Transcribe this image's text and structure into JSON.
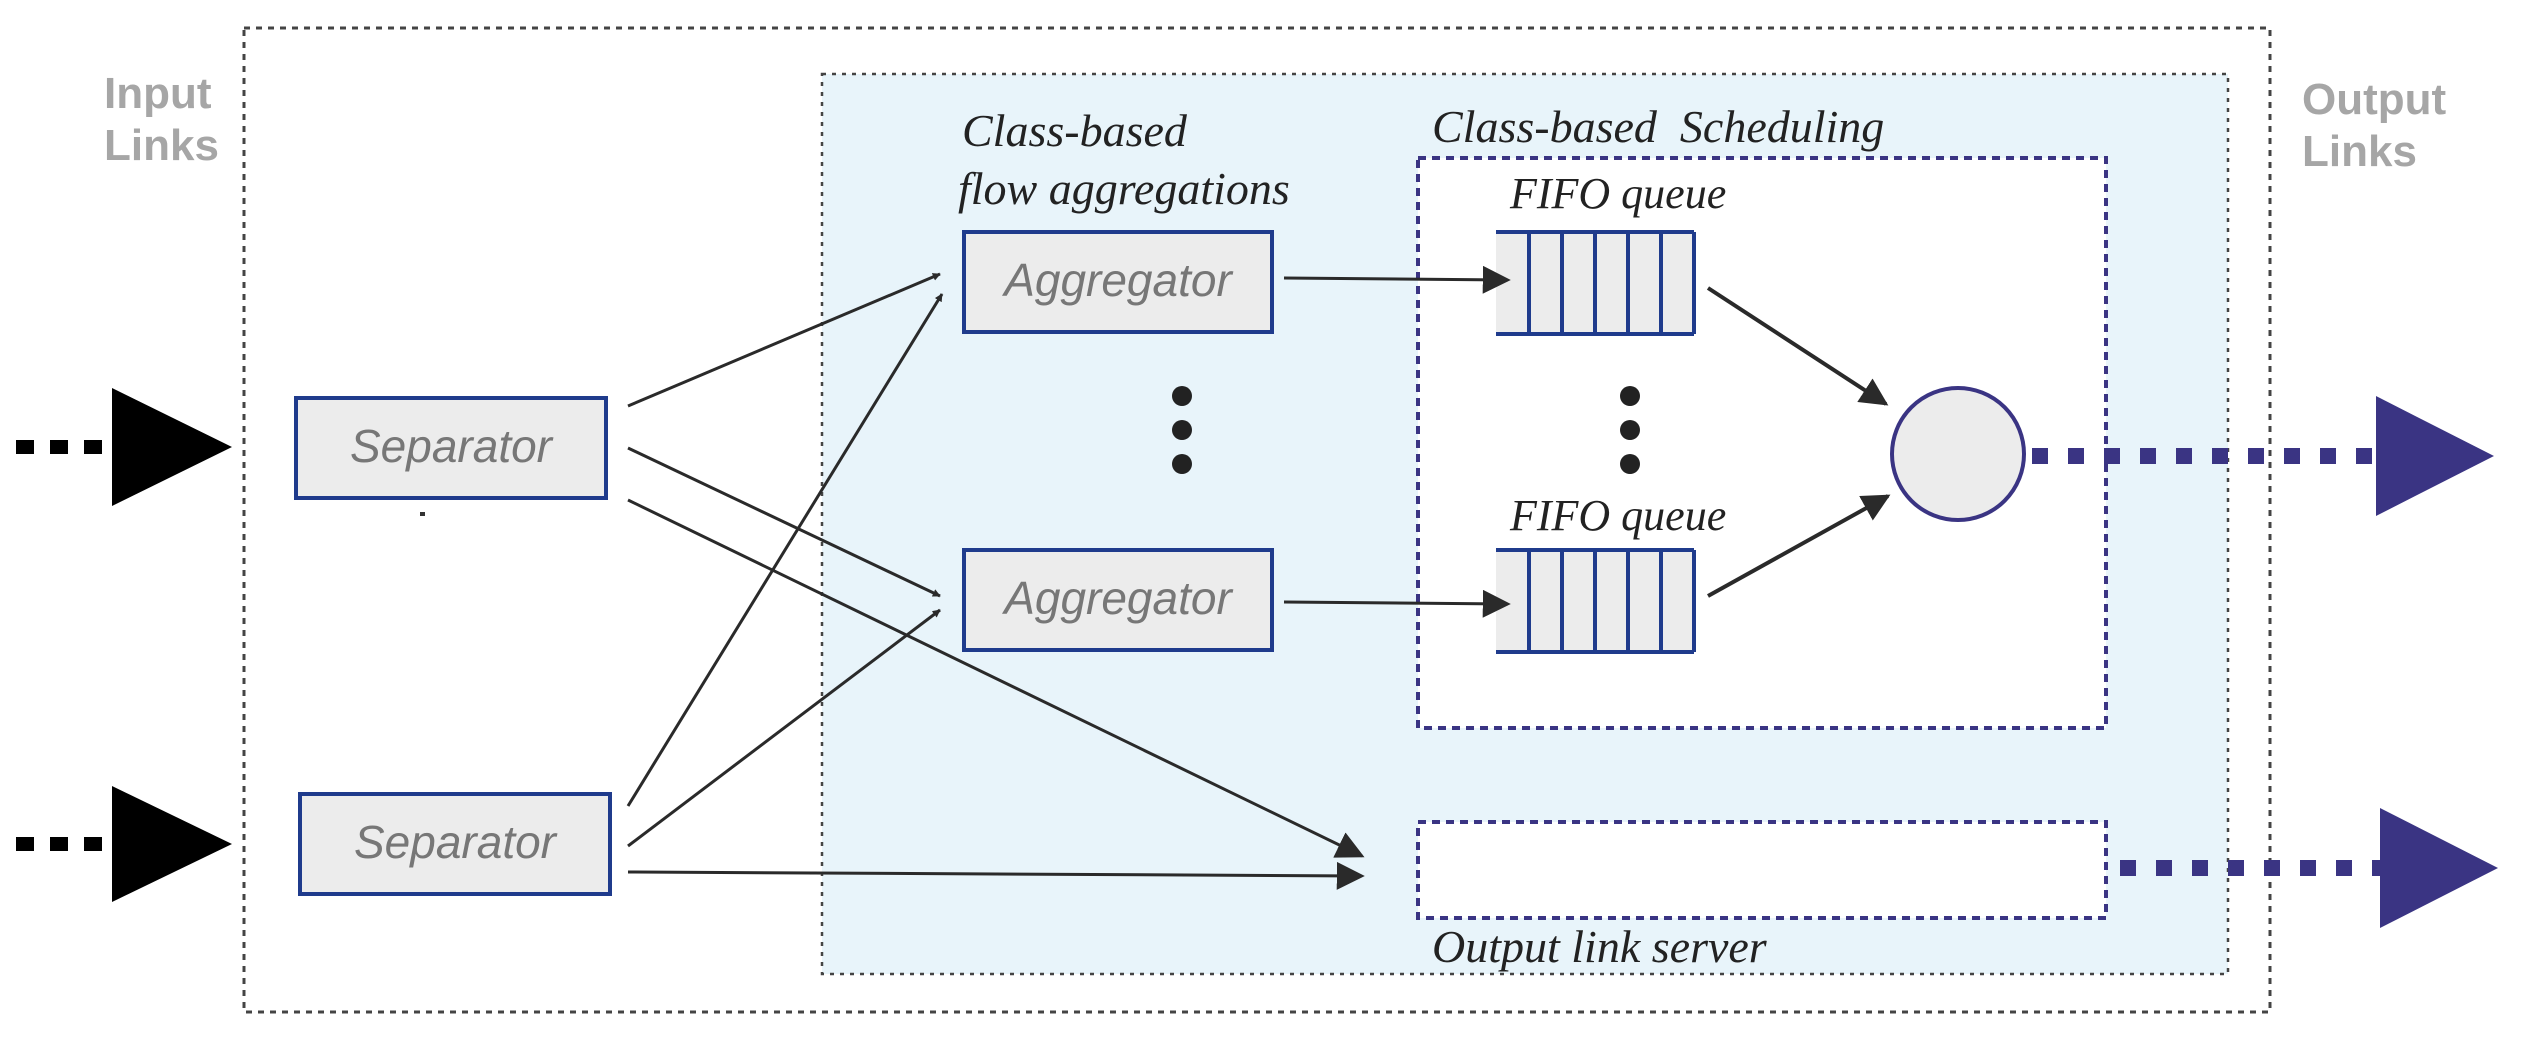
{
  "labels": {
    "input_links": [
      "Input",
      "Links"
    ],
    "output_links": [
      "Output",
      "Links"
    ],
    "class_based_flow_aggregations": [
      "Class-based",
      "flow aggregations"
    ],
    "class_based_scheduling": "Class-based  Scheduling",
    "fifo_queue_top": "FIFO queue",
    "fifo_queue_bottom": "FIFO queue",
    "output_link_server": "Output link server"
  },
  "separators": [
    {
      "label": "Separator"
    },
    {
      "label": "Separator"
    }
  ],
  "aggregators": [
    {
      "label": "Aggregator"
    },
    {
      "label": "Aggregator"
    }
  ],
  "colors": {
    "box_border": "#1f3b8c",
    "box_fill": "#ececec",
    "box_text": "#777777",
    "link_label": "#a6a6a6",
    "accent_navy": "#3a3483",
    "scheduler_fill": "#e8f4fa",
    "arrow": "#2a2a2a"
  },
  "icons": {
    "input_arrow": "dotted-right-arrow-icon",
    "output_arrow": "dotted-right-arrow-icon",
    "scheduler": "circle-server-icon",
    "ellipsis": "vertical-ellipsis-icon"
  }
}
